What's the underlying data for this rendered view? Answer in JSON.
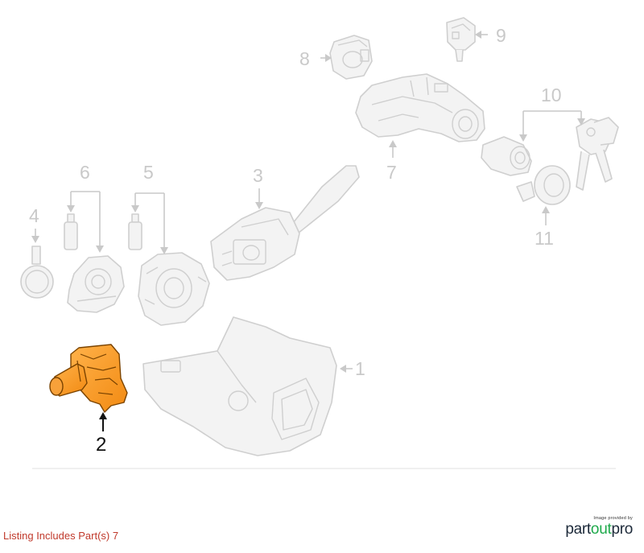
{
  "callouts": [
    {
      "id": "1",
      "label": "1"
    },
    {
      "id": "2",
      "label": "2"
    },
    {
      "id": "3",
      "label": "3"
    },
    {
      "id": "4",
      "label": "4"
    },
    {
      "id": "5",
      "label": "5"
    },
    {
      "id": "6",
      "label": "6"
    },
    {
      "id": "7",
      "label": "7"
    },
    {
      "id": "8",
      "label": "8"
    },
    {
      "id": "9",
      "label": "9"
    },
    {
      "id": "10",
      "label": "10"
    },
    {
      "id": "11",
      "label": "11"
    }
  ],
  "highlighted_part": "2",
  "colors": {
    "highlight": "#f5921e",
    "part_line": "#cfcfcf",
    "callout_text": "#c9c9c9",
    "listing_text": "#c0392b",
    "brand_dark": "#1d2a3a",
    "brand_green": "#1eaa4b"
  },
  "listing": {
    "text": "Listing Includes Part(s) 7"
  },
  "credit": {
    "provided_by": "Image provided by",
    "brand_part": "part",
    "brand_out": "out",
    "brand_pro": "pro"
  }
}
